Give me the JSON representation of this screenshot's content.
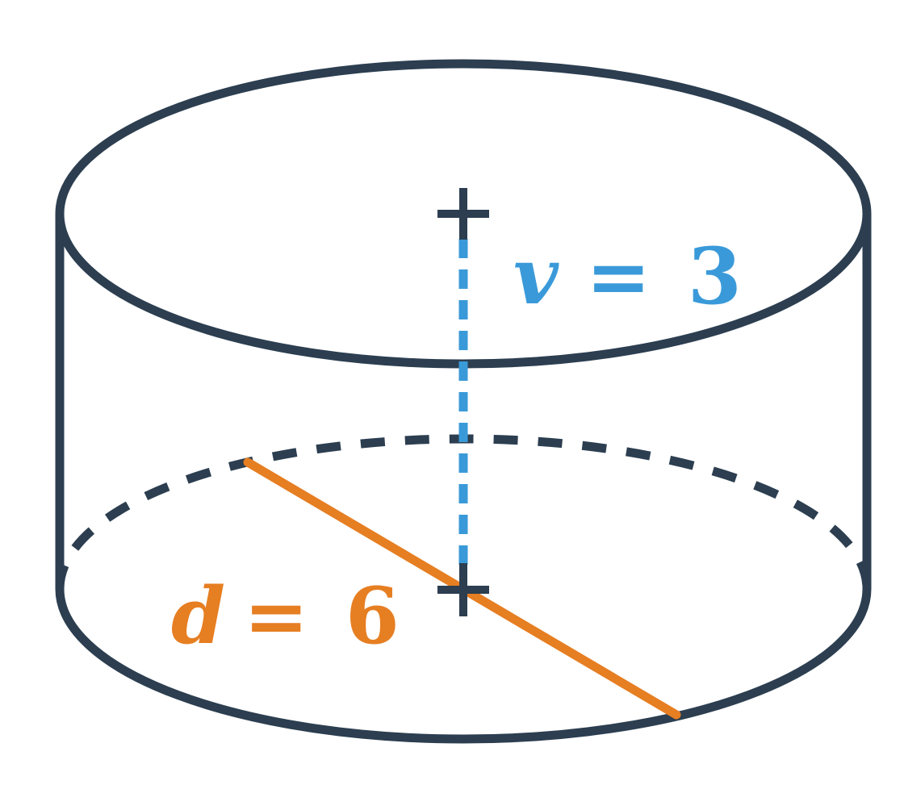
{
  "labels": {
    "height_var": "v",
    "height_eq": "=",
    "height_val": "3",
    "diameter_var": "d",
    "diameter_eq": "=",
    "diameter_val": "6"
  },
  "colors": {
    "outline": "#2c3e50",
    "height": "#3a9ad9",
    "diameter": "#e67e22"
  }
}
